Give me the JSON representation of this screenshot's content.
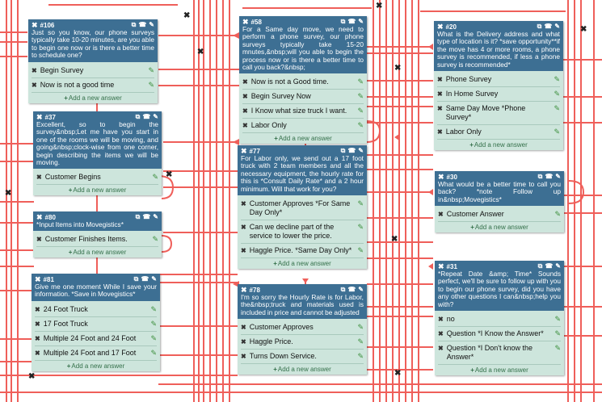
{
  "add_answer_label": "Add a new answer",
  "colors": {
    "header": "#3d6f93",
    "body": "#cde5dc",
    "wire": "#ef5f5a",
    "pen": "#3c8f3c"
  },
  "icons": {
    "delete": "close-icon",
    "copy": "copy-icon",
    "phone": "phone-icon",
    "edit": "pencil-icon"
  },
  "nodes": [
    {
      "id": "#106",
      "text": "Just so you know, our phone surveys typically take 10-20 minutes, are you able to begin one now or is there a better time to schedule one?",
      "answers": [
        "Begin Survey",
        "Now is not a good time"
      ]
    },
    {
      "id": "#37",
      "text": "Excellent, so to begin the survey&nbsp;Let me have you start in one of the rooms we will be moving, and going&nbsp;clock-wise from one corner, begin describing the items we will be moving.",
      "answers": [
        "Customer Begins"
      ]
    },
    {
      "id": "#80",
      "text": "*Input Items into Movegistics*",
      "answers": [
        "Customer Finishes Items."
      ]
    },
    {
      "id": "#81",
      "text": "Give me one moment While I save your information. *Save in Movegistics*",
      "answers": [
        "24 Foot Truck",
        "17 Foot Truck",
        "Multiple 24 Foot and 24 Foot",
        "Multiple 24 Foot and 17 Foot"
      ]
    },
    {
      "id": "#58",
      "text": "For a Same day move, we need to perform a phone survey, our phone surveys typically take 15-20 mnutes,&nbsp;will you able to begin the process now or is there a better time to call you back?&nbsp;",
      "answers": [
        "Now is not a Good time.",
        "Begin Survey Now",
        "I Know what size truck I want.",
        "Labor Only"
      ]
    },
    {
      "id": "#77",
      "text": "For Labor only, we send out a 17 foot truck with 2 team members and all the necessary equipment, the hourly rate for this is *Consult Daily Rate* and a 2 hour minimum. Will that work for you?",
      "answers": [
        "Customer Approves *For Same Day Only*",
        "Can we decline part of the service to lower the price.",
        "Haggle Price. *Same Day Only*"
      ]
    },
    {
      "id": "#78",
      "text": "I'm so sorry the Hourly Rate is for Labor, the&nbsp;truck and materials used is included in price and cannot be adjusted",
      "answers": [
        "Customer Approves",
        "Haggle Price.",
        "Turns Down Service."
      ]
    },
    {
      "id": "#20",
      "text": "What is the Delivery address and what type of location is it? *save opportunity**if the move has 4 or more rooms, a phone survey is recommended, if less a phone survey is recommended*",
      "answers": [
        "Phone Survey",
        "In Home Survey",
        "Same Day Move *Phone Survey*",
        "Labor Only"
      ]
    },
    {
      "id": "#30",
      "text": "What would be a better time to call you back? *note Follow up in&nbsp;Movegistics*",
      "answers": [
        "Customer Answer"
      ]
    },
    {
      "id": "#31",
      "text": "*Repeat Date &amp; Time* Sounds perfect, we'll be sure to follow up with you to begin our phone survey, did you have any other questions I can&nbsp;help you with?",
      "answers": [
        "no",
        "Question *I Know the Answer*",
        "Question *I Don't know the Answer*"
      ]
    }
  ]
}
